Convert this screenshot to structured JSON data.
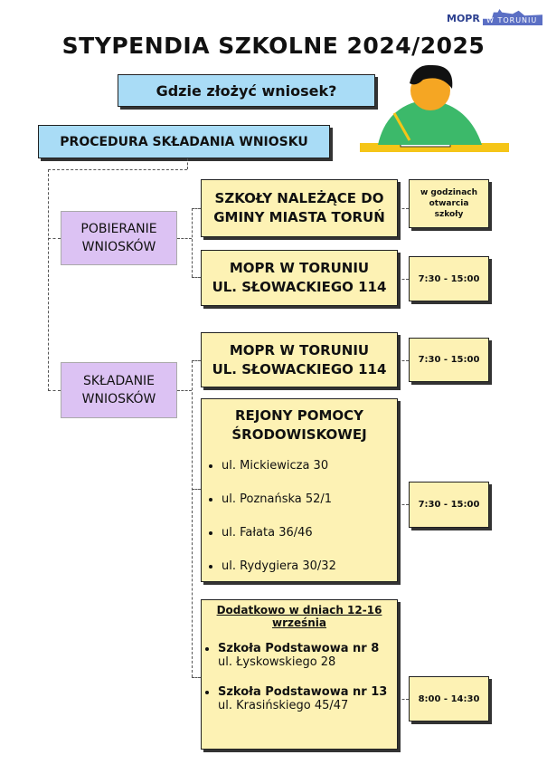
{
  "logo": {
    "text_left": "MOPR",
    "text_right": "W TORUNIU"
  },
  "title": "STYPENDIA SZKOLNE 2024/2025",
  "question": "Gdzie złożyć wniosek?",
  "procedure": "PROCEDURA SKŁADANIA WNIOSKU",
  "colors": {
    "blue": "#a9dcf6",
    "purple": "#dcc2f3",
    "yellow": "#fdf2b4"
  },
  "pobieranie": {
    "label1": "POBIERANIE",
    "label2": "WNIOSKÓW",
    "schools": {
      "line1": "SZKOŁY NALEŻĄCE DO",
      "line2": "GMINY MIASTA TORUŃ",
      "hours": [
        "w godzinach",
        "otwarcia",
        "szkoły"
      ]
    },
    "mopr": {
      "line1": "MOPR W TORUNIU",
      "line2": "UL. SŁOWACKIEGO 114",
      "hours": "7:30 - 15:00"
    }
  },
  "skladanie": {
    "label1": "SKŁADANIE",
    "label2": "WNIOSKÓW",
    "mopr": {
      "line1": "MOPR W TORUNIU",
      "line2": "UL. SŁOWACKIEGO 114",
      "hours": "7:30 - 15:00"
    },
    "rejony": {
      "line1": "REJONY POMOCY",
      "line2": "ŚRODOWISKOWEJ",
      "items": [
        "ul. Mickiewicza 30",
        "ul. Poznańska 52/1",
        "ul. Fałata 36/46",
        "ul. Rydygiera 30/32"
      ],
      "hours": "7:30 - 15:00"
    },
    "extra": {
      "heading1": "Dodatkowo w dniach 12-16",
      "heading2": "września",
      "items": [
        {
          "name": "Szkoła Podstawowa nr 8",
          "address": "ul. Łyskowskiego 28"
        },
        {
          "name": "Szkoła Podstawowa nr 13",
          "address": "ul. Krasińskiego 45/47"
        }
      ],
      "hours": "8:00 - 14:30"
    }
  }
}
